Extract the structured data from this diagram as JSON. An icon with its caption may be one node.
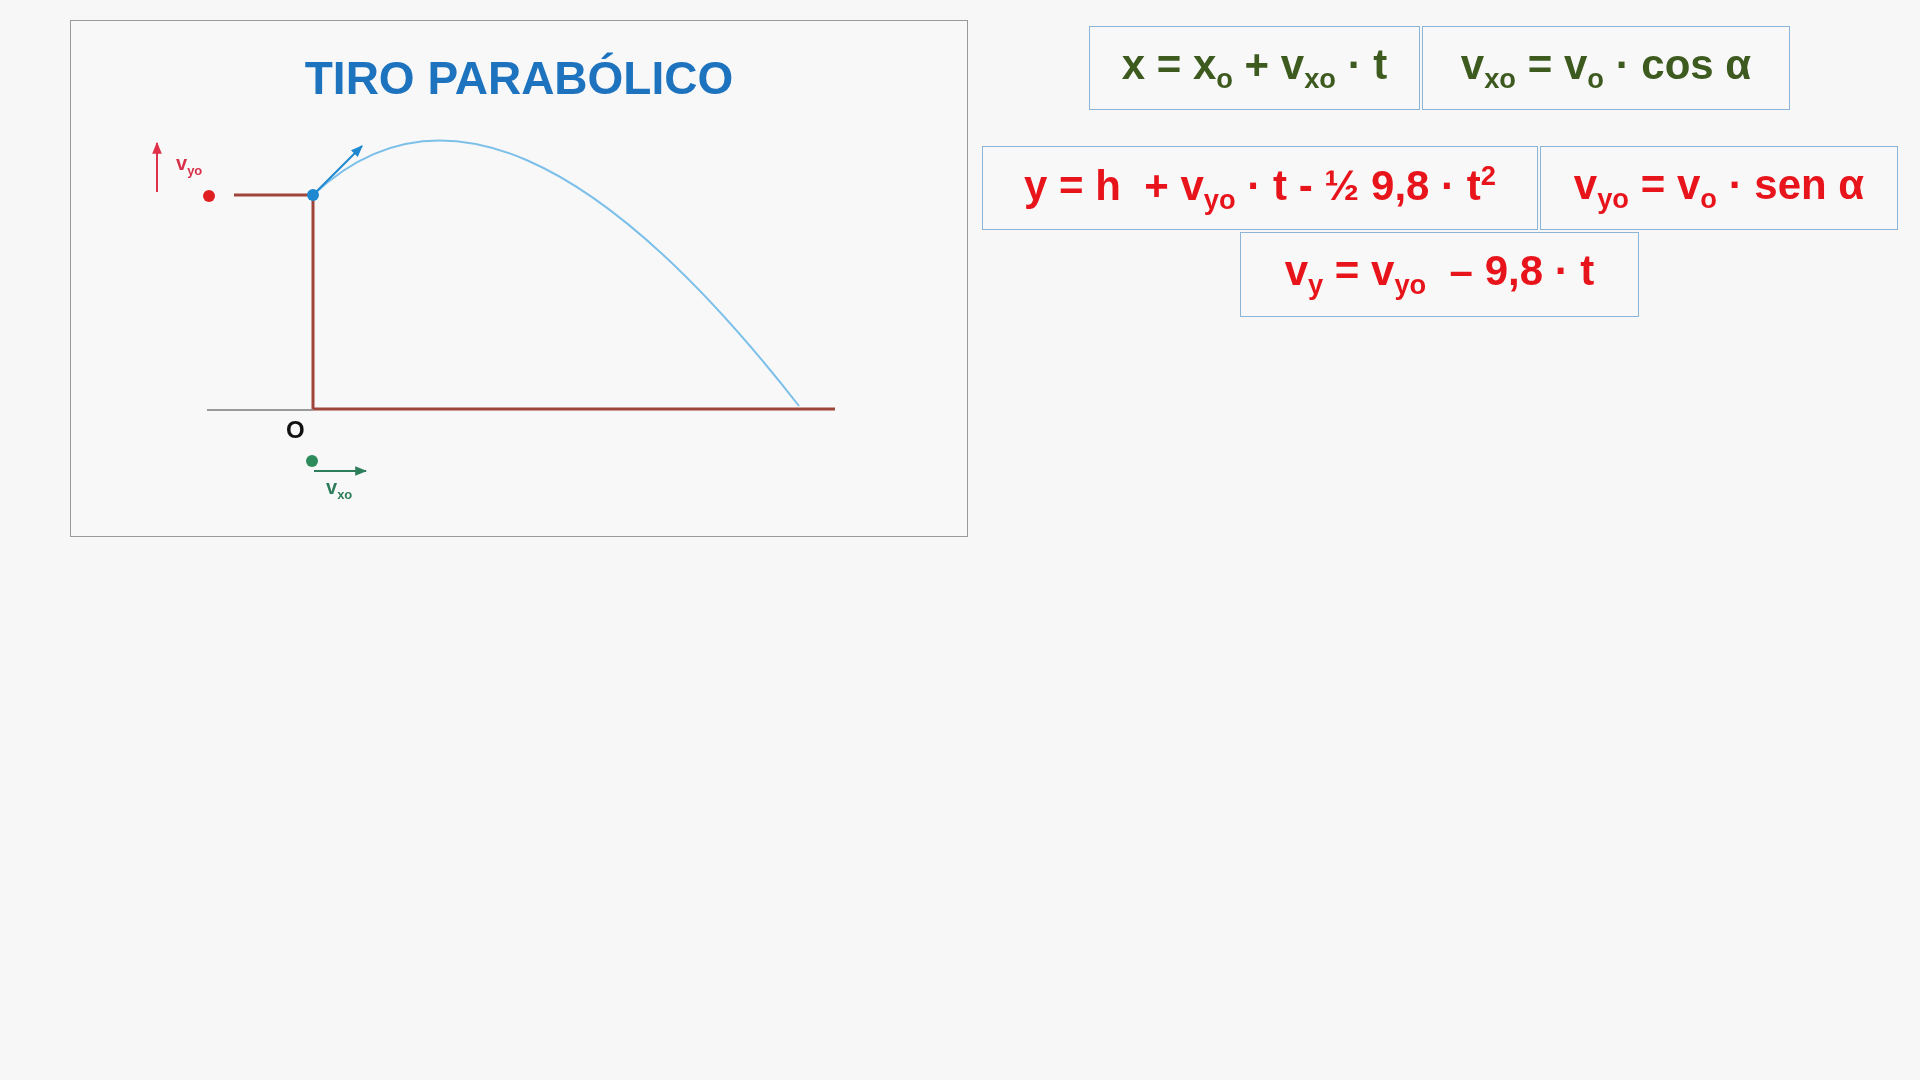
{
  "diagram": {
    "title": "TIRO PARABÓLICO",
    "nodes": [
      {
        "text": [
          "x = x$_{o}$ + v$_{xo}$ · t"
        ]
      },
      {
        "text": [
          "v$_{xo}$ = v$_{o}$ · cos α"
        ]
      },
      {
        "text": [
          "y = h  + v$_{yo}$ · t - ½ 9,8 · t$^{2}$"
        ]
      },
      {
        "text": [
          "v$_{yo}$ = v$_{o}$ · sen α"
        ]
      },
      {
        "text": [
          "v$_{y}$ = v$_{yo}$  – 9,8 · t"
        ]
      }
    ],
    "labels": [
      "v$_{yo}$",
      "O",
      "v$_{xo}$"
    ]
  }
}
